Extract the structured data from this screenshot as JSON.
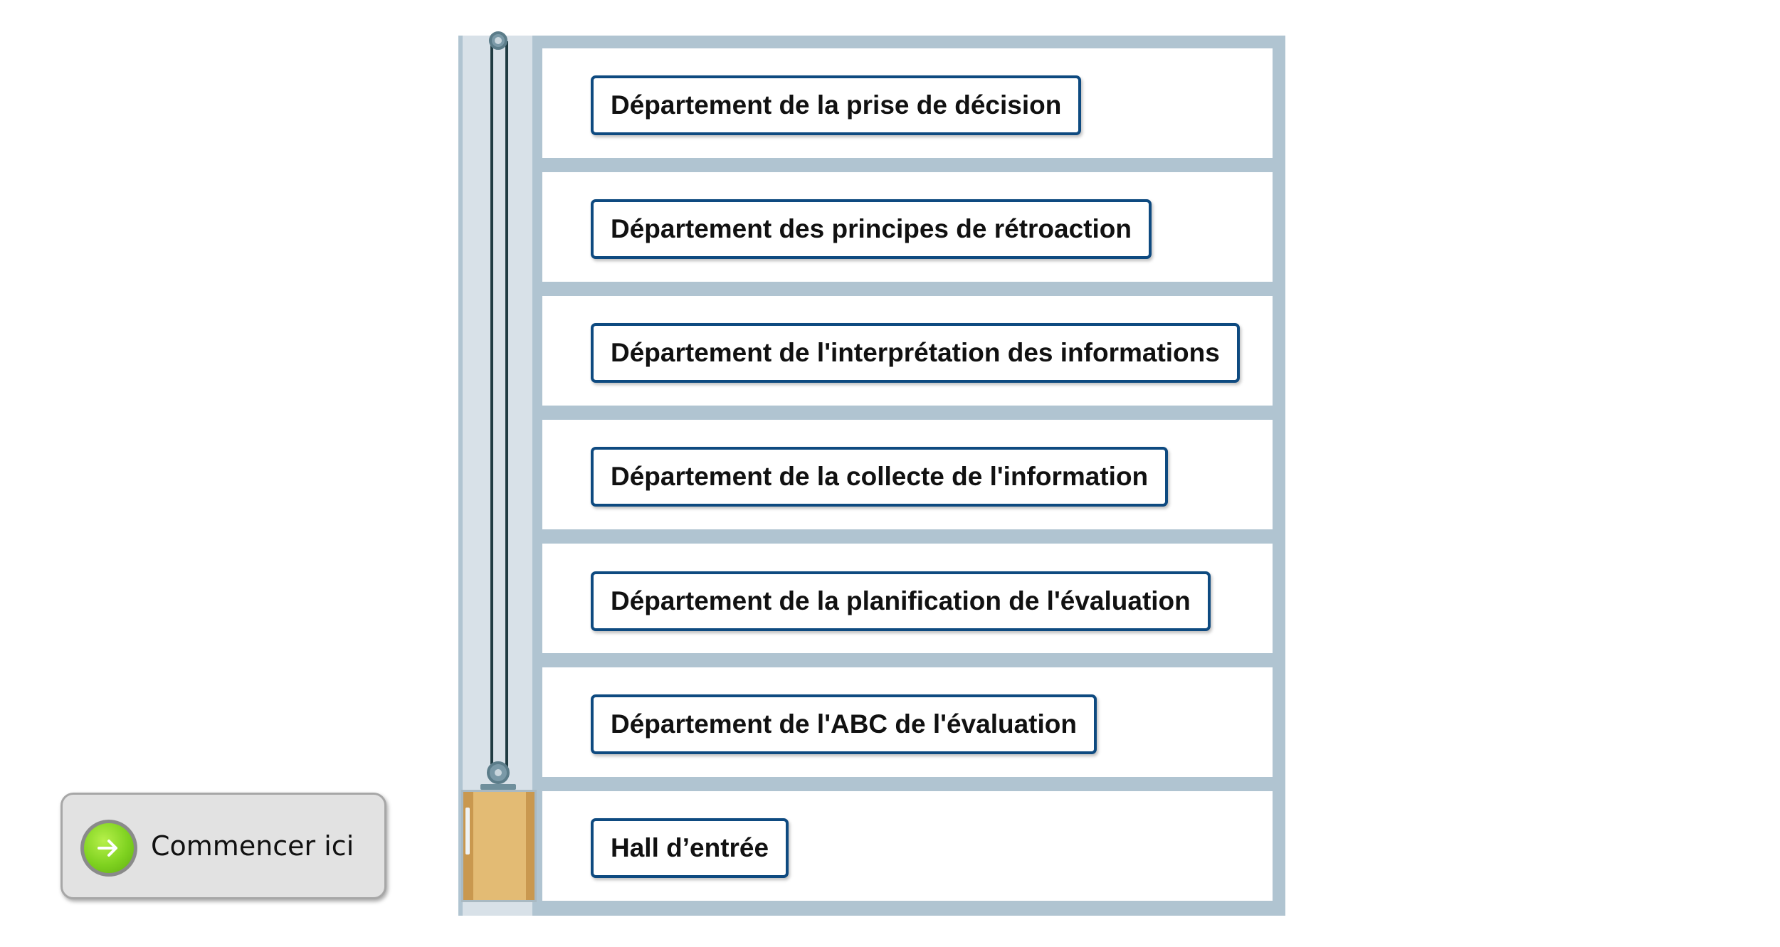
{
  "start_button": {
    "label": "Commencer ici",
    "icon": "arrow-right-icon"
  },
  "building": {
    "floors": [
      {
        "label": "Département de la prise de décision"
      },
      {
        "label": "Département des principes de rétroaction"
      },
      {
        "label": "Département de l'interprétation des informations"
      },
      {
        "label": "Département de la collecte de l'information"
      },
      {
        "label": "Département de la planification de l'évaluation"
      },
      {
        "label": "Département de l'ABC de l'évaluation"
      },
      {
        "label": "Hall d’entrée"
      }
    ]
  },
  "colors": {
    "frame": "#b0c4d1",
    "shaft": "#d8e1e8",
    "button_border": "#0e4a80",
    "cabin": "#e3bb74",
    "start_icon": "#7fd220"
  }
}
